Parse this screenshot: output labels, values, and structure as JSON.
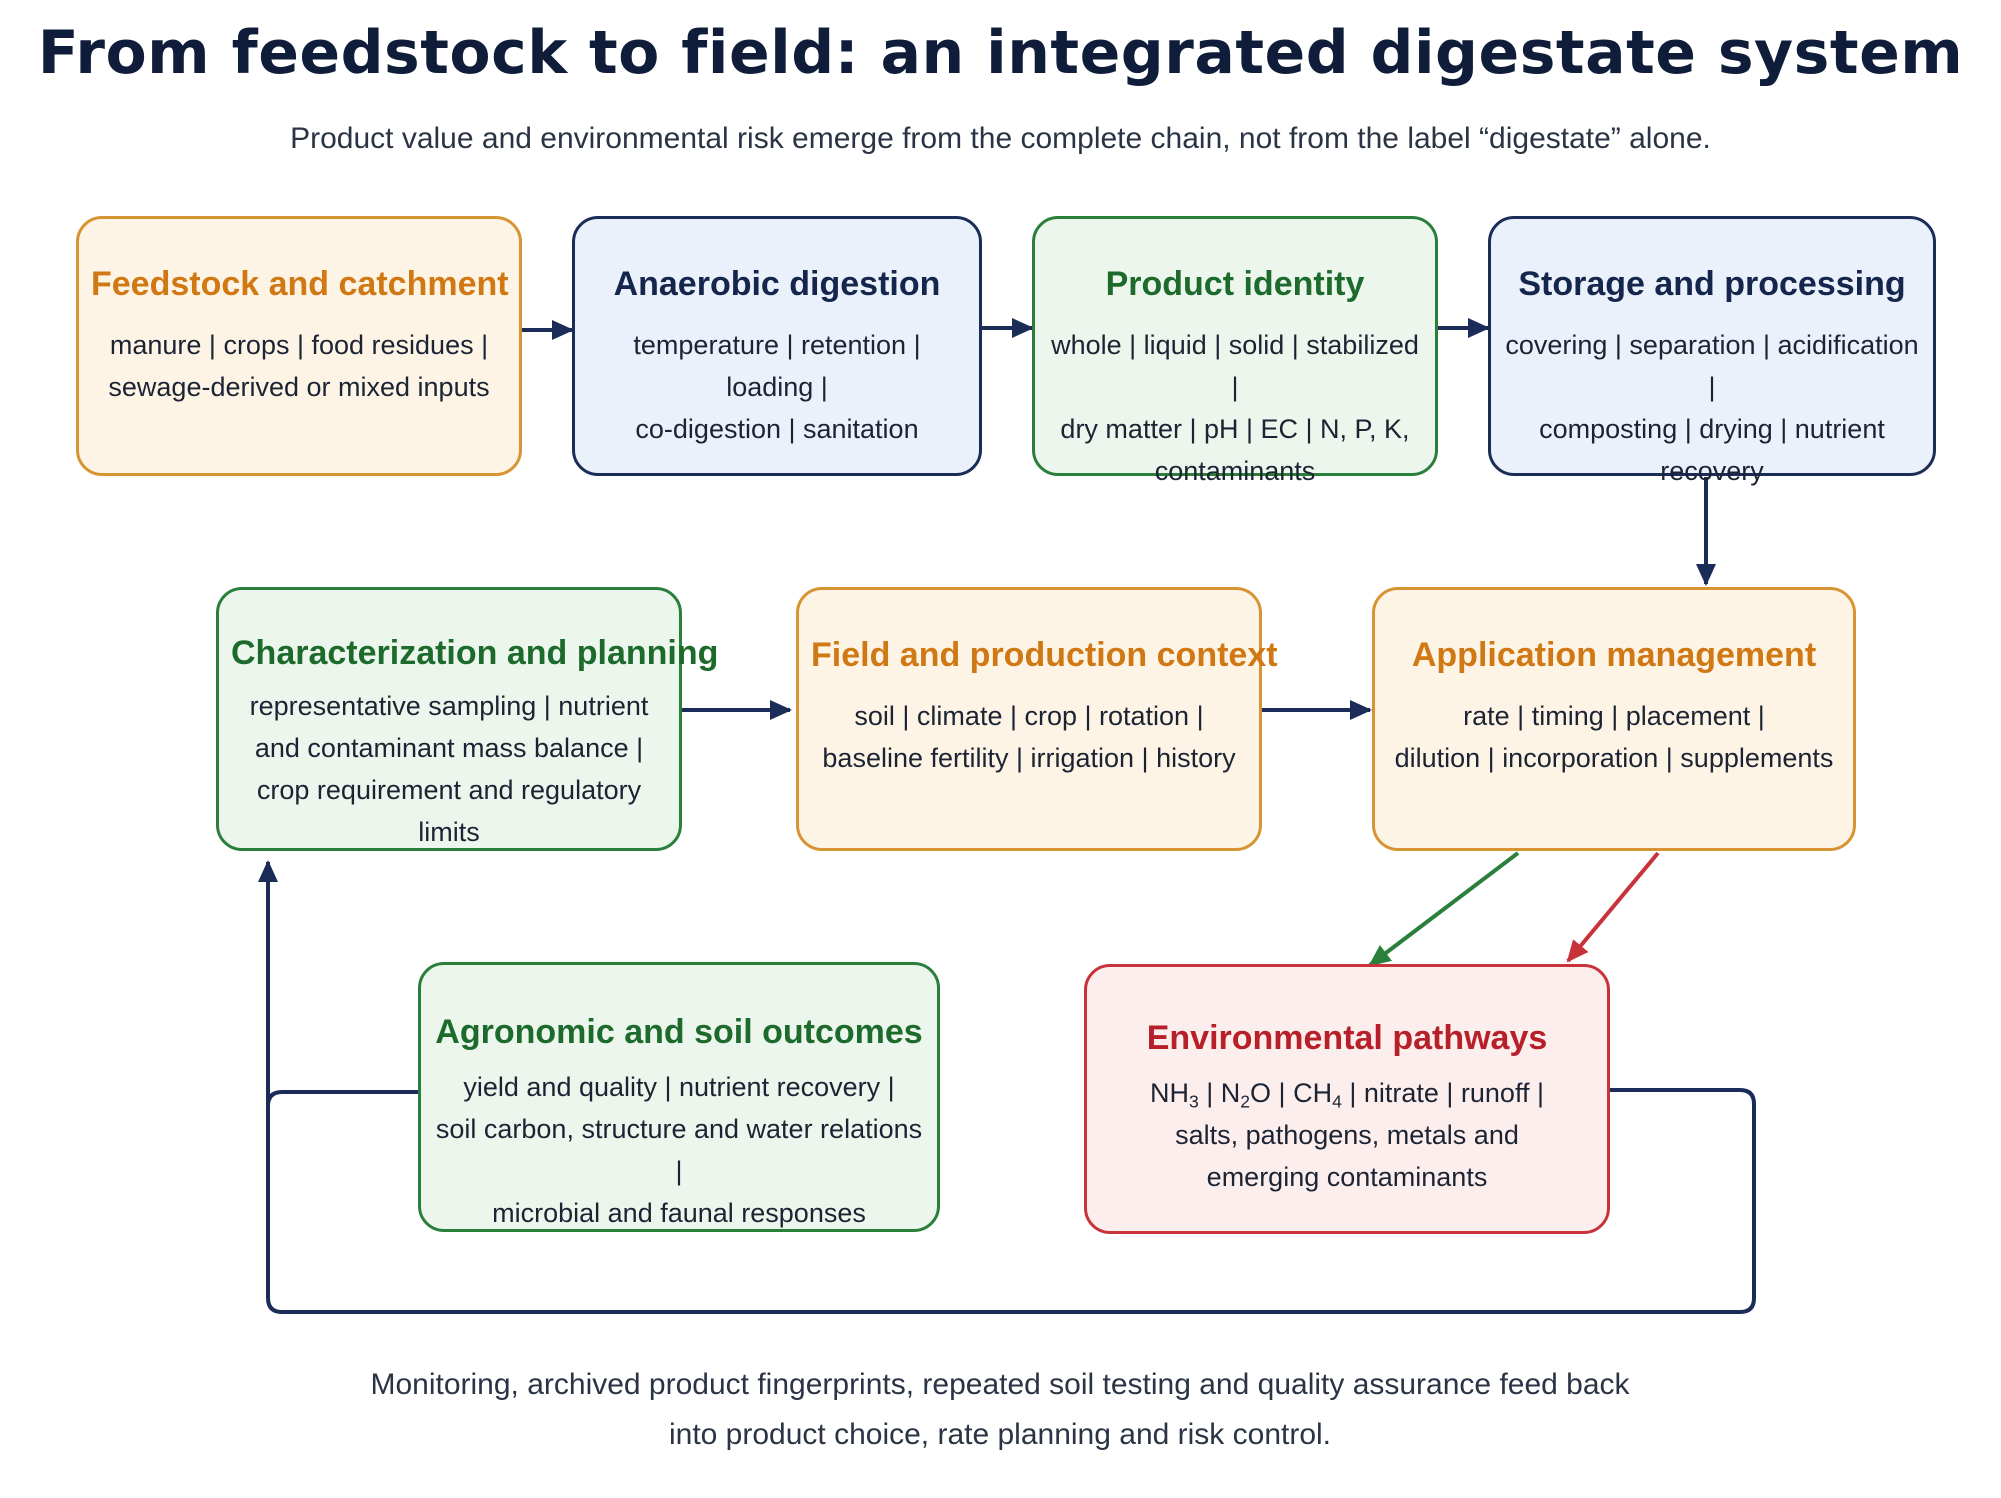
{
  "title": "From feedstock to field: an integrated digestate system",
  "subtitle": "Product value and environmental risk emerge from the complete chain, not from the label “digestate” alone.",
  "boxes": {
    "feedstock": {
      "heading": "Feedstock and catchment",
      "line1": "manure | crops | food residues |",
      "line2": "sewage-derived or mixed inputs"
    },
    "digestion": {
      "heading": "Anaerobic digestion",
      "line1": "temperature | retention | loading |",
      "line2": "co-digestion | sanitation"
    },
    "identity": {
      "heading": "Product identity",
      "line1": "whole | liquid | solid | stabilized |",
      "line2": "dry matter | pH | EC | N, P, K,",
      "line3": "contaminants"
    },
    "storage": {
      "heading": "Storage and processing",
      "line1": "covering | separation | acidification |",
      "line2": "composting | drying | nutrient recovery"
    },
    "characterization": {
      "heading": "Characterization and planning",
      "line1": "representative sampling | nutrient",
      "line2": "and contaminant mass balance |",
      "line3": "crop requirement and regulatory limits"
    },
    "field": {
      "heading": "Field and production context",
      "line1": "soil | climate | crop | rotation |",
      "line2": "baseline fertility | irrigation | history"
    },
    "application": {
      "heading": "Application management",
      "line1": "rate | timing | placement |",
      "line2": "dilution | incorporation | supplements"
    },
    "agronomic": {
      "heading": "Agronomic and soil outcomes",
      "line1": "yield and quality | nutrient recovery |",
      "line2": "soil carbon, structure and water relations |",
      "line3": "microbial and faunal responses"
    },
    "environmental": {
      "heading": "Environmental pathways",
      "gas1": "NH",
      "gas1_sub": "3",
      "sep1": " | N",
      "gas2_sub": "2",
      "gas2_end": "O | CH",
      "gas3_sub": "4",
      "rest": " | nitrate | runoff |",
      "line2": "salts, pathogens, metals and",
      "line3": "emerging contaminants"
    }
  },
  "footer": {
    "line1": "Monitoring, archived product fingerprints, repeated soil testing and quality assurance feed back",
    "line2": "into product choice, rate planning and risk control."
  },
  "colors": {
    "navy": "#1a2c57",
    "green_arrow": "#2a7f3b",
    "red_arrow": "#c8323a"
  }
}
